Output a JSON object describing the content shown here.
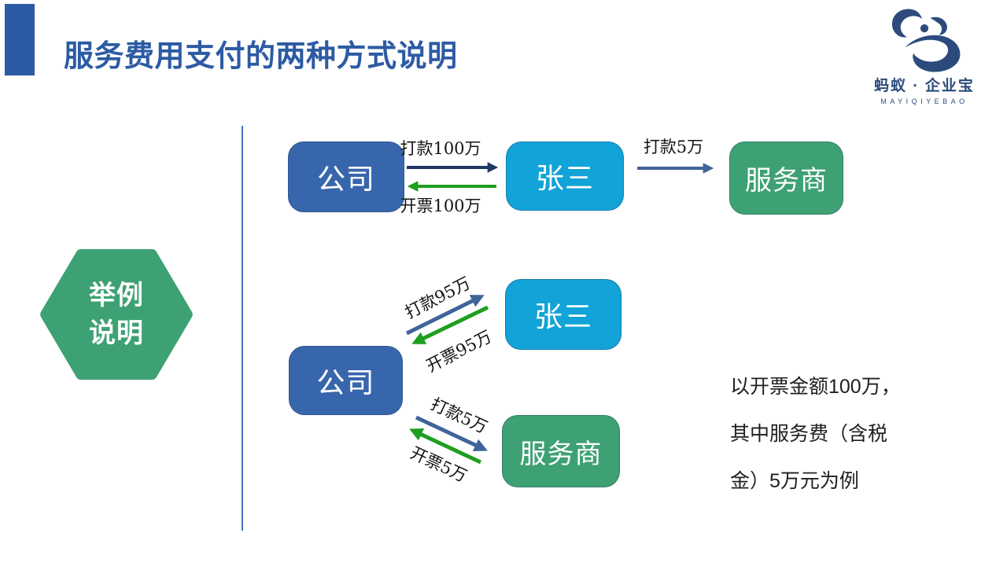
{
  "slide": {
    "title": "服务费用支付的两种方式说明",
    "logo": {
      "name": "蚂蚁 · 企业宝",
      "subtext": "MAYIQIYEBAO"
    },
    "badge": {
      "line1": "举例",
      "line2": "说明"
    },
    "flow_top": {
      "company": "公司",
      "person": "张三",
      "provider": "服务商",
      "arrow_pay_person": "打款100万",
      "arrow_invoice_person": "开票100万",
      "arrow_pay_provider": "打款5万"
    },
    "flow_bottom": {
      "company": "公司",
      "person": "张三",
      "provider": "服务商",
      "arrow_pay_person": "打款95万",
      "arrow_invoice_person": "开票95万",
      "arrow_pay_provider": "打款5万",
      "arrow_invoice_provider": "开票5万"
    },
    "note_lines": {
      "0": "以开票金额100万，",
      "1": "其中服务费（含税",
      "2": "金）5万元为例"
    }
  },
  "colors": {
    "title_blue": "#2D5BA3",
    "box_blue": "#3866AC",
    "box_cyan": "#12A3D8",
    "box_green": "#3EA173",
    "arrow_navy": "#1F3864",
    "arrow_green": "#1E9F1E",
    "arrow_steel": "#40649A",
    "divider_blue": "#4472C4",
    "logo_navy": "#2C4B7C",
    "note_text": "#1F1F1F"
  }
}
